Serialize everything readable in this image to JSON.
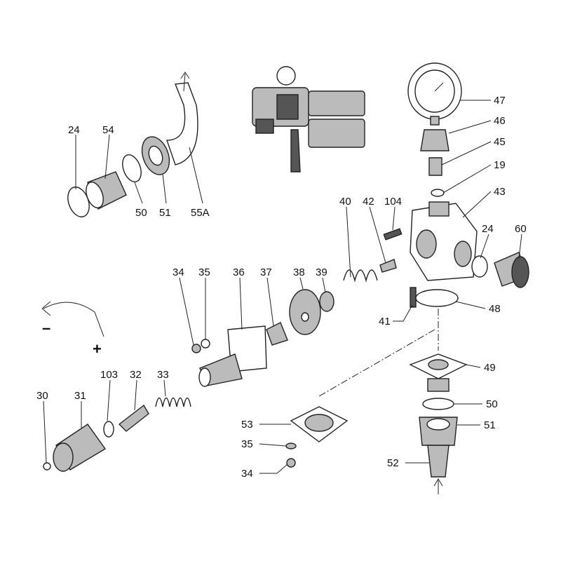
{
  "diagram": {
    "title": "Pressure regulator exploded parts view",
    "labels": {
      "p24a": "24",
      "p54": "54",
      "p50a": "50",
      "p51a": "51",
      "p55A": "55A",
      "p47": "47",
      "p46": "46",
      "p45": "45",
      "p19": "19",
      "p43": "43",
      "p40": "40",
      "p42": "42",
      "p104": "104",
      "p24b": "24",
      "p60": "60",
      "p34a": "34",
      "p35a": "35",
      "p36": "36",
      "p37": "37",
      "p38": "38",
      "p39": "39",
      "p41": "41",
      "p48": "48",
      "minus": "–",
      "plus": "+",
      "p30": "30",
      "p31": "31",
      "p103": "103",
      "p32": "32",
      "p33": "33",
      "p49": "49",
      "p50b": "50",
      "p51b": "51",
      "p52": "52",
      "p53": "53",
      "p35b": "35",
      "p34b": "34"
    }
  }
}
